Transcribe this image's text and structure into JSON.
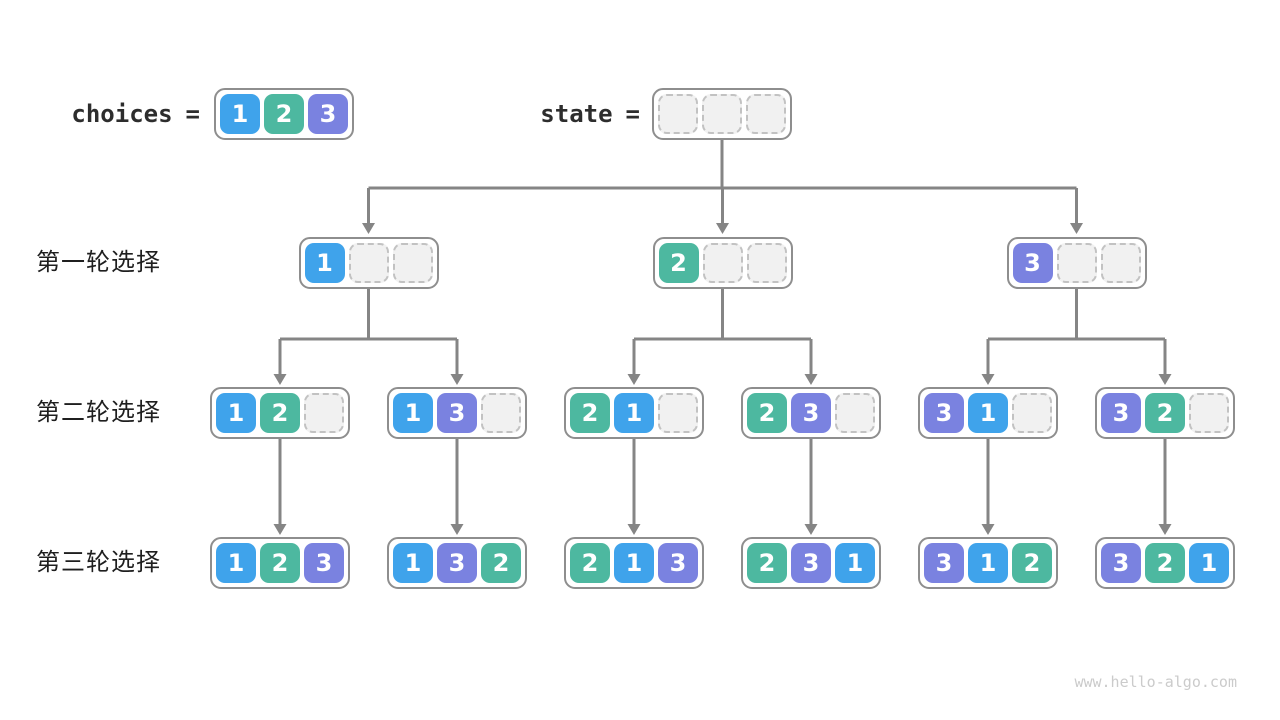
{
  "header": {
    "choices_label": "choices",
    "equals": "=",
    "state_label": "state",
    "choices_cells": [
      "1",
      "2",
      "3"
    ],
    "state_cells": [
      "",
      "",
      ""
    ]
  },
  "tree": {
    "rows": [
      {
        "label": "第一轮选择",
        "boxes": [
          [
            "1",
            "",
            ""
          ],
          [
            "2",
            "",
            ""
          ],
          [
            "3",
            "",
            ""
          ]
        ]
      },
      {
        "label": "第二轮选择",
        "boxes": [
          [
            "1",
            "2",
            ""
          ],
          [
            "1",
            "3",
            ""
          ],
          [
            "2",
            "1",
            ""
          ],
          [
            "2",
            "3",
            ""
          ],
          [
            "3",
            "1",
            ""
          ],
          [
            "3",
            "2",
            ""
          ]
        ]
      },
      {
        "label": "第三轮选择",
        "boxes": [
          [
            "1",
            "2",
            "3"
          ],
          [
            "1",
            "3",
            "2"
          ],
          [
            "2",
            "1",
            "3"
          ],
          [
            "2",
            "3",
            "1"
          ],
          [
            "3",
            "1",
            "2"
          ],
          [
            "3",
            "2",
            "1"
          ]
        ]
      }
    ]
  },
  "footer": {
    "watermark": "www.hello-algo.com"
  },
  "colors": {
    "value_1": "#3FA3EB",
    "value_2": "#4DB8A0",
    "value_3": "#7A82E0",
    "empty_fill": "#F1F1F1",
    "empty_border": "#C2C2C2",
    "box_border": "#8E8E8E",
    "connector": "#858585",
    "label_text": "#1F1F1F",
    "mono_text": "#2D2D2D",
    "watermark_text": "#CBCBCB"
  }
}
